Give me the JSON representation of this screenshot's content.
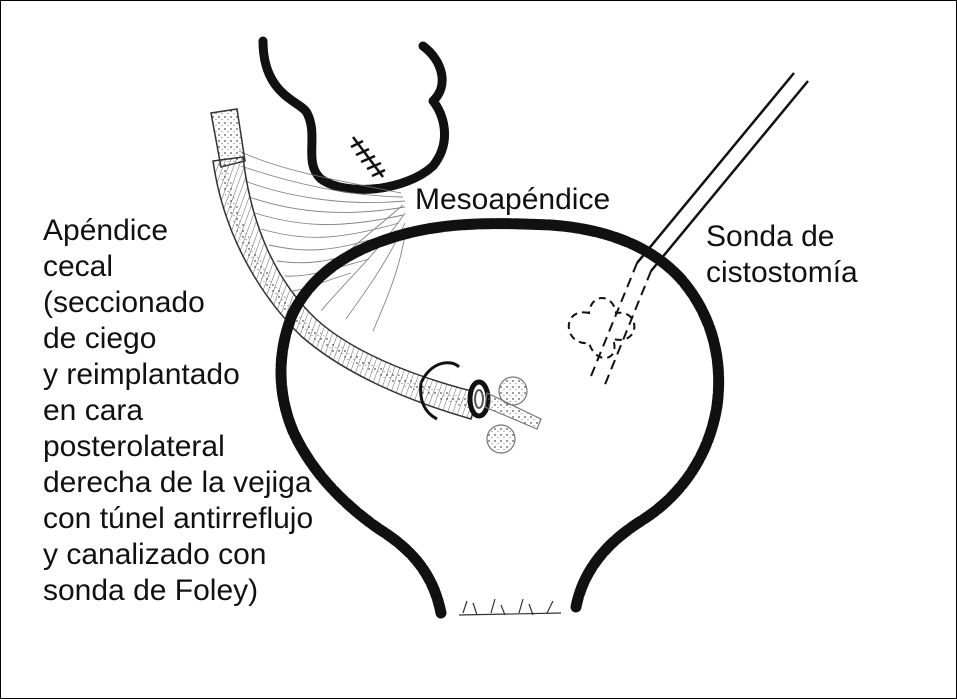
{
  "labels": {
    "mesoappendix": "Mesoapéndice",
    "catheter": [
      "Sonda de",
      "cistostomía"
    ],
    "appendix": [
      "Apéndice",
      "cecal",
      "(seccionado",
      "de ciego",
      "y reimplantado",
      "en cara",
      "posterolateral",
      "derecha de la vejiga",
      "con túnel antirreflujo",
      "y canalizado con",
      "sonda de Foley)"
    ]
  }
}
